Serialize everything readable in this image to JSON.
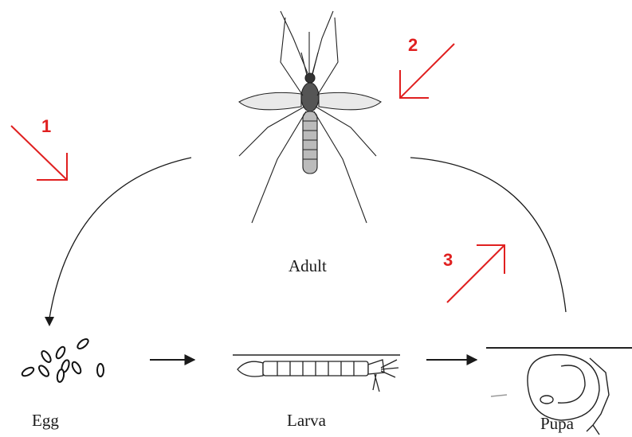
{
  "stages": {
    "adult": "Adult",
    "egg": "Egg",
    "larva": "Larva",
    "pupa": "Pupa"
  },
  "steps": [
    "1",
    "2",
    "3"
  ],
  "colors": {
    "step_arrow": "#e02020",
    "line": "#1a1a1a",
    "background": "#ffffff"
  }
}
